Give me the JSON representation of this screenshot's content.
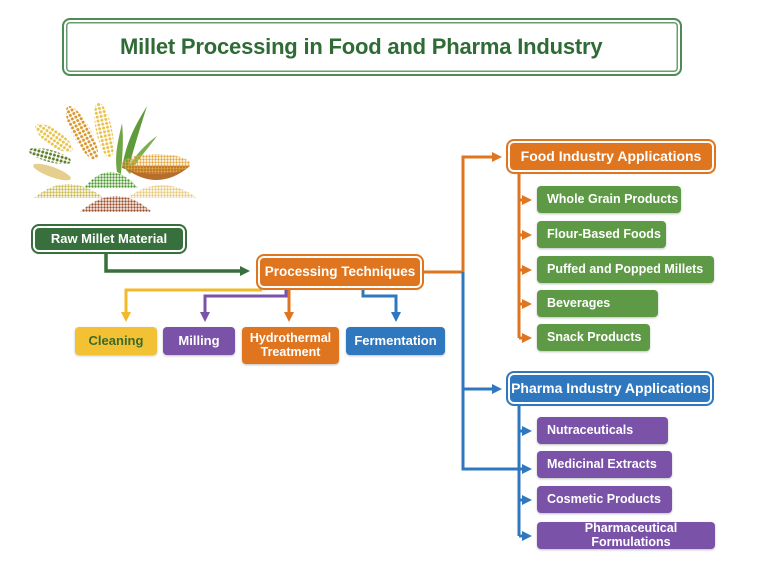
{
  "title": "Millet Processing in Food and Pharma Industry",
  "illustration": {
    "name": "millet-grains-illustration",
    "description": "Millet ears and heaps of assorted millet grains"
  },
  "colors": {
    "title_green": "#2f6b35",
    "raw_green": "#37703c",
    "orange": "#e0751f",
    "yellow": "#f2b928",
    "purple": "#7a52a8",
    "blue": "#2f78bf",
    "leaf_green": "#5e9a45",
    "leaf_purple": "#7a52a8"
  },
  "raw_material": {
    "label": "Raw Millet Material"
  },
  "processing": {
    "label": "Processing Techniques",
    "techniques": [
      {
        "label": "Cleaning",
        "color": "#f2c234",
        "text_color": "#3a6a2c",
        "wire": "#f2b928"
      },
      {
        "label": "Milling",
        "color": "#7a52a8",
        "text_color": "#ffffff",
        "wire": "#7a52a8"
      },
      {
        "label": "Hydrothermal Treatment",
        "line1": "Hydrothermal",
        "line2": "Treatment",
        "color": "#e0751f",
        "text_color": "#ffffff",
        "wire": "#e0751f"
      },
      {
        "label": "Fermentation",
        "color": "#2f78bf",
        "text_color": "#ffffff",
        "wire": "#2f78bf"
      }
    ]
  },
  "food": {
    "label": "Food Industry Applications",
    "items": [
      "Whole Grain Products",
      "Flour-Based Foods",
      "Puffed and Popped Millets",
      "Beverages",
      "Snack Products"
    ]
  },
  "pharma": {
    "label": "Pharma Industry Applications",
    "items": [
      "Nutraceuticals",
      "Medicinal Extracts",
      "Cosmetic Products",
      "Pharmaceutical Formulations"
    ]
  }
}
